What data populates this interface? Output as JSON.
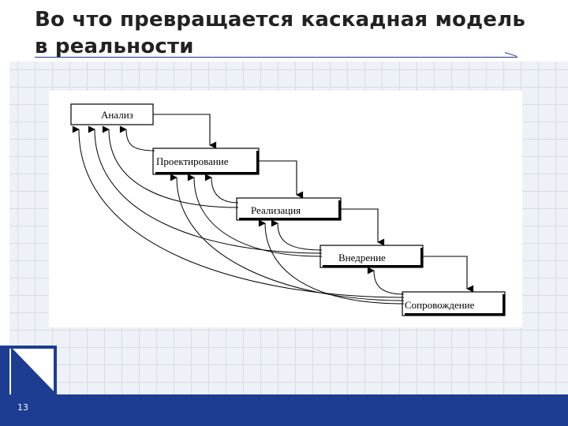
{
  "slide": {
    "title_line1": "Во что превращается каскадная модель",
    "title_line2": "в реальности",
    "number": "13"
  },
  "diagram": {
    "stages": [
      "Анализ",
      "Проектирование",
      "Реализация",
      "Внедрение",
      "Сопровождение"
    ]
  },
  "colors": {
    "brand": "#1c3d92",
    "title_text": "#222222",
    "line": "#000000"
  }
}
